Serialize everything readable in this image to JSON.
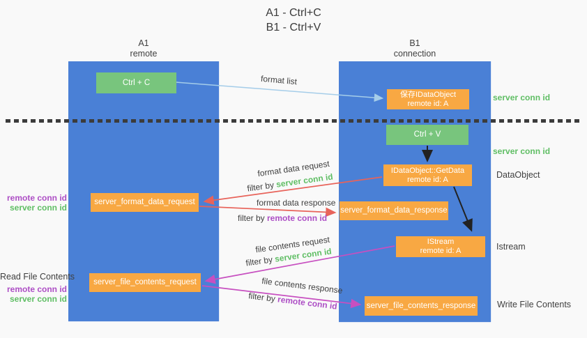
{
  "title": {
    "line1": "A1 - Ctrl+C",
    "line2": "B1 - Ctrl+V"
  },
  "lifelines": {
    "left": {
      "name": "A1",
      "role": "remote"
    },
    "right": {
      "name": "B1",
      "role": "connection"
    }
  },
  "nodes": {
    "ctrl_c": {
      "label": "Ctrl + C"
    },
    "ctrl_v": {
      "label": "Ctrl + V"
    },
    "save_dataobject": {
      "line1": "保存IDataObject",
      "line2": "remote id: A"
    },
    "getdata": {
      "line1": "IDataObject::GetData",
      "line2": "remote id: A"
    },
    "istream": {
      "line1": "IStream",
      "line2": "remote id: A"
    },
    "format_request": {
      "label": "server_format_data_request"
    },
    "format_response": {
      "label": "server_format_data_response"
    },
    "file_request": {
      "label": "server_file_contents_request"
    },
    "file_response": {
      "label": "server_file_contents_response"
    }
  },
  "annotations": {
    "format_list": "format list",
    "server_conn_id": "server conn id",
    "remote_conn_id": "remote conn id",
    "filter_by": "filter by ",
    "dataobject": "DataObject",
    "istream": "Istream",
    "read_file_contents": "Read File Contents",
    "write_file_contents": "Write File Contents",
    "format_data_request": "format data request",
    "format_data_response": "format data response",
    "file_contents_request": "file contents request",
    "file_contents_response": "file contents response"
  },
  "colors": {
    "lifeline_blue": "#4a80d6",
    "node_green": "#78c57d",
    "node_orange": "#f8a843",
    "accent_green": "#5fbe64",
    "accent_purple": "#ad4ec5",
    "arrow_red": "#e8635a",
    "arrow_magenta": "#c74fc0",
    "arrow_lightblue": "#a5cde9",
    "arrow_black": "#222222",
    "divider_dark": "#3c3c3c"
  }
}
